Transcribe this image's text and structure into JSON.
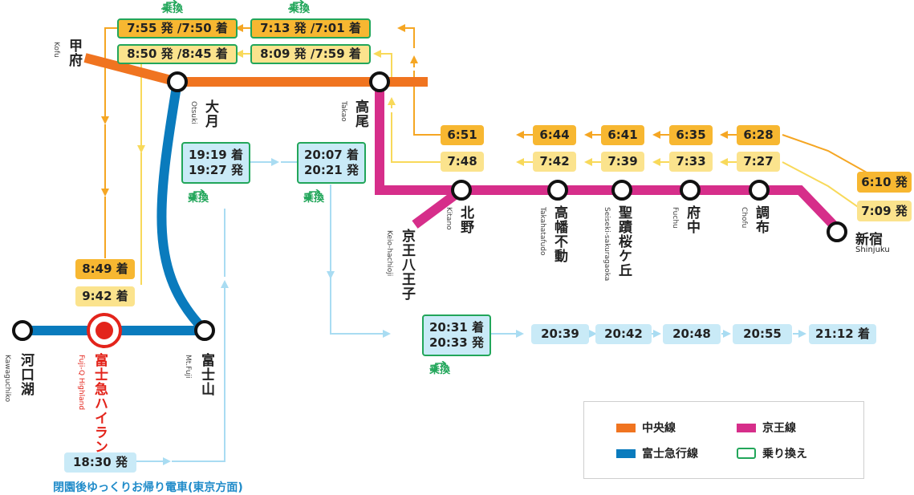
{
  "legend": {
    "chuo_line": "中央線",
    "keio_line": "京王線",
    "fujikyu_line": "富士急行線",
    "transfer": "乗り換え",
    "colors": {
      "chuo": "#f07420",
      "keio": "#d62e8a",
      "fujikyu": "#0a7bbd",
      "transfer": "#22a65a"
    }
  },
  "stations": {
    "kofu": {
      "ja": "甲府",
      "en": "Kofu"
    },
    "otsuki": {
      "ja": "大月",
      "en": "Otsuki"
    },
    "takao": {
      "ja": "高尾",
      "en": "Takao"
    },
    "kitano": {
      "ja": "北野",
      "en": "Kitano"
    },
    "keio_hachioji": {
      "ja": "京王八王子",
      "en": "Keio-hachioji"
    },
    "takahatafudo": {
      "ja": "高幡不動",
      "en": "Takahatafudo"
    },
    "seiseki": {
      "ja": "聖蹟桜ケ丘",
      "en": "Seiseki-sakuragaoka"
    },
    "fuchu": {
      "ja": "府中",
      "en": "Fuchu"
    },
    "chofu": {
      "ja": "調布",
      "en": "Chofu"
    },
    "shinjuku": {
      "ja": "新宿",
      "en": "Shinjuku"
    },
    "kawaguchiko": {
      "ja": "河口湖",
      "en": "Kawaguchiko"
    },
    "fujiq": {
      "ja": "富士急ハイランド",
      "en": "Fuji-Q Highland"
    },
    "mtfuji": {
      "ja": "富士山",
      "en": "Mt.Fuji"
    }
  },
  "transfer_label": "乗換",
  "times": {
    "top_orange_1": "7:55 発 /7:50 着",
    "top_orange_2": "7:13 発 /7:01 着",
    "top_yellow_1": "8:50 発 /8:45 着",
    "top_yellow_2": "8:09 発 /7:59 着",
    "orange_row": [
      "6:51",
      "6:44",
      "6:41",
      "6:35",
      "6:28"
    ],
    "yellow_row": [
      "7:48",
      "7:42",
      "7:39",
      "7:33",
      "7:27"
    ],
    "shinjuku_dep_1": "6:10 発",
    "shinjuku_dep_2": "7:09 発",
    "fujiq_arr_1": "8:49 着",
    "fujiq_arr_2": "9:42 着",
    "otsuki_arr": "19:19 着",
    "otsuki_dep": "19:27 発",
    "takao_arr": "20:07 着",
    "takao_dep": "20:21 発",
    "hachioji_arr": "20:31 着",
    "hachioji_dep": "20:33 発",
    "return_row": [
      "20:39",
      "20:42",
      "20:48",
      "20:55",
      "21:12 着"
    ],
    "fujiq_dep": "18:30 発"
  },
  "note": "閉園後ゆっくりお帰り電車(東京方面)"
}
